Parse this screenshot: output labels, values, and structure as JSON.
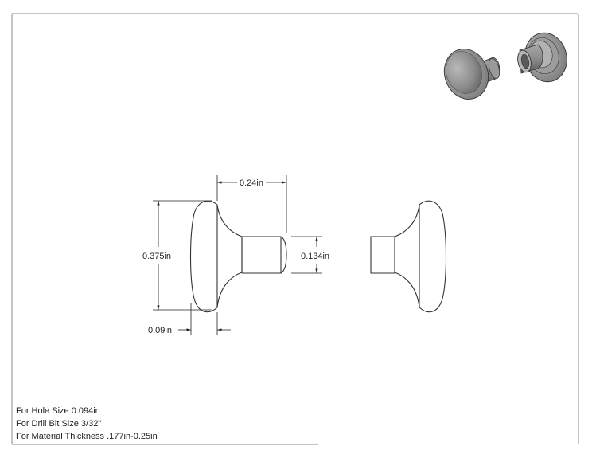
{
  "drawing": {
    "dimensions": {
      "length": "0.24in",
      "head_diameter": "0.375in",
      "shank_diameter": "0.134in",
      "head_thickness": "0.09in"
    },
    "notes": [
      "For Hole Size 0.094in",
      "For Drill Bit Size 3/32\"",
      "For Material Thickness .177in-0.25in"
    ]
  }
}
